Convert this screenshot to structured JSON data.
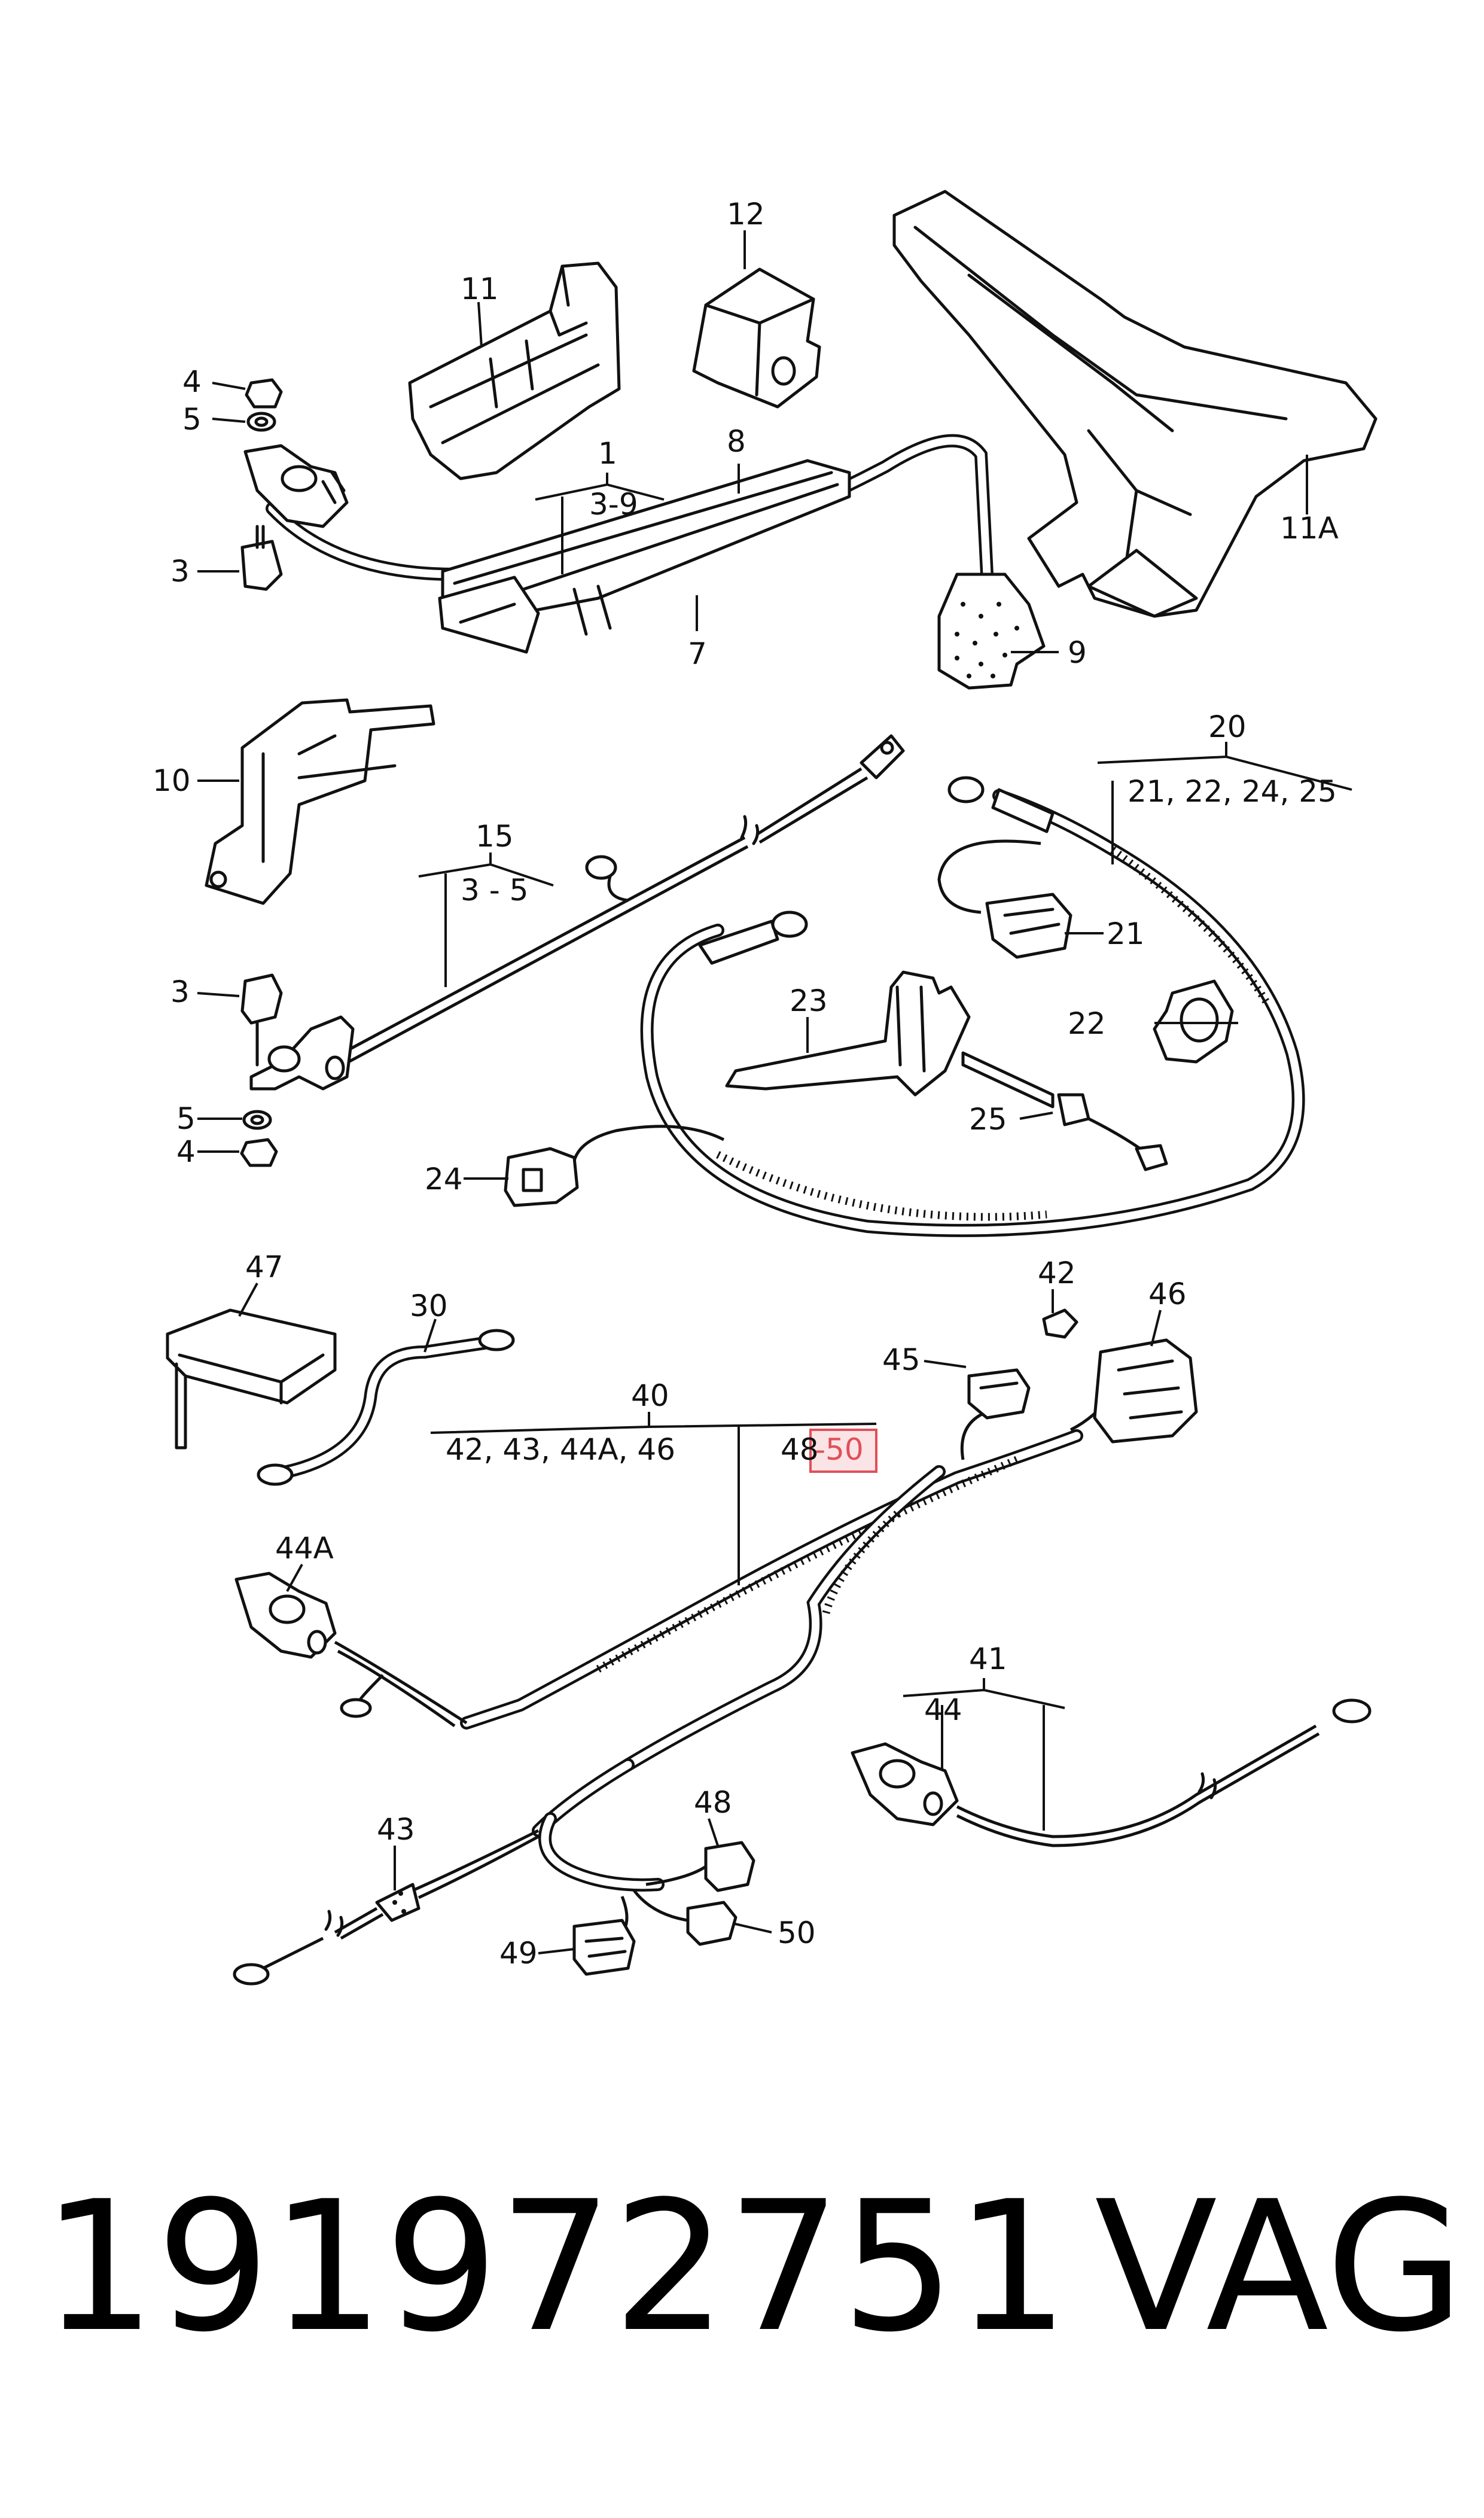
{
  "callouts": [
    {
      "id": "c1",
      "text": "1"
    },
    {
      "id": "c1-range",
      "text": "3-9"
    },
    {
      "id": "c3a",
      "text": "3"
    },
    {
      "id": "c4a",
      "text": "4"
    },
    {
      "id": "c5a",
      "text": "5"
    },
    {
      "id": "c7",
      "text": "7"
    },
    {
      "id": "c8",
      "text": "8"
    },
    {
      "id": "c9",
      "text": "9"
    },
    {
      "id": "c10",
      "text": "10"
    },
    {
      "id": "c11",
      "text": "11"
    },
    {
      "id": "c11A",
      "text": "11A"
    },
    {
      "id": "c12",
      "text": "12"
    },
    {
      "id": "c15",
      "text": "15"
    },
    {
      "id": "c15-range",
      "text": "3 - 5"
    },
    {
      "id": "c3b",
      "text": "3"
    },
    {
      "id": "c5b",
      "text": "5"
    },
    {
      "id": "c4b",
      "text": "4"
    },
    {
      "id": "c20",
      "text": "20"
    },
    {
      "id": "c20-list",
      "text": "21, 22, 24, 25"
    },
    {
      "id": "c21",
      "text": "21"
    },
    {
      "id": "c22",
      "text": "22"
    },
    {
      "id": "c23",
      "text": "23"
    },
    {
      "id": "c24",
      "text": "24"
    },
    {
      "id": "c25",
      "text": "25"
    },
    {
      "id": "c30",
      "text": "30"
    },
    {
      "id": "c40",
      "text": "40"
    },
    {
      "id": "c40-list",
      "text": "42, 43, 44A, 46"
    },
    {
      "id": "c40-range-a",
      "text": "48"
    },
    {
      "id": "c40-range-b",
      "text": "-50"
    },
    {
      "id": "c41",
      "text": "41"
    },
    {
      "id": "c42",
      "text": "42"
    },
    {
      "id": "c43",
      "text": "43"
    },
    {
      "id": "c44",
      "text": "44"
    },
    {
      "id": "c44A",
      "text": "44A"
    },
    {
      "id": "c45",
      "text": "45"
    },
    {
      "id": "c46",
      "text": "46"
    },
    {
      "id": "c47",
      "text": "47"
    },
    {
      "id": "c48",
      "text": "48"
    },
    {
      "id": "c49",
      "text": "49"
    },
    {
      "id": "c50",
      "text": "50"
    }
  ],
  "footer": {
    "part_number": "191972751",
    "brand": "VAG"
  },
  "colors": {
    "ink": "#111111",
    "highlight": "#e0505a",
    "highlight_fill": "#fbe4e6",
    "background": "#ffffff"
  }
}
